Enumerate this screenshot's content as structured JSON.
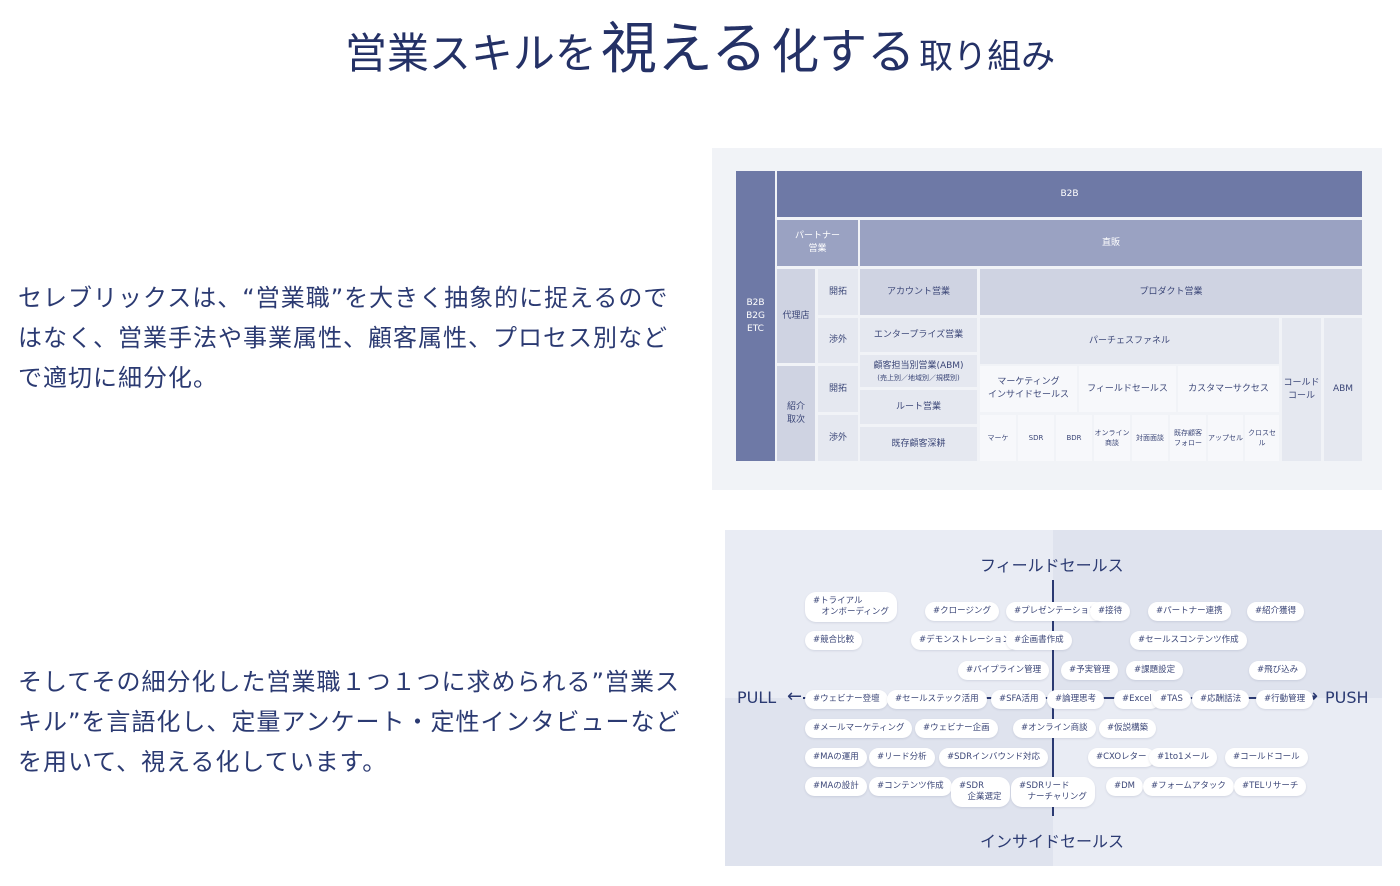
{
  "title": {
    "p1": "営業スキルを",
    "p2": "視える",
    "p3": "化する",
    "p4": "取り組み"
  },
  "description1": "セレブリックスは、“営業職”を大きく抽象的に捉えるのではなく、営業手法や事業属性、顧客属性、プロセス別などで適切に細分化。",
  "description2": "そしてその細分化した営業職１つ１つに求められる”営業スキル”を言語化し、定量アンケート・定性インタビューなどを用いて、視える化しています。",
  "segments": {
    "b2b_etc": "B2B\nB2G\nETC",
    "b2b": "B2B",
    "partner": "パートナー\n営業",
    "direct": "直販",
    "agency": "代理店",
    "referral": "紹介\n取次",
    "kaitaku": "開拓",
    "shogai": "渉外",
    "kaitaku2": "開拓",
    "shogai2": "渉外",
    "account": "アカウント営業",
    "product": "プロダクト営業",
    "enterprise": "エンタープライズ営業",
    "purchase_funnel": "パーチェスファネル",
    "abm_rep": "顧客担当別営業(ABM)",
    "abm_rep_sub": "(売上別／地域別／規模別)",
    "route": "ルート営業",
    "existing": "既存顧客深耕",
    "marketing_inside": "マーケティング\nインサイドセールス",
    "field_sales": "フィールドセールス",
    "customer_success": "カスタマーサクセス",
    "cold_call": "コールド\nコール",
    "abm": "ABM",
    "sub": [
      "マーケ",
      "SDR",
      "BDR",
      "オンライン\n商談",
      "対面面談",
      "既存顧客\nフォロー",
      "アップセル",
      "クロスセル"
    ]
  },
  "skill_map": {
    "top": "フィールドセールス",
    "bottom": "インサイドセールス",
    "left": "PULL",
    "right": "PUSH",
    "tags": [
      "#トライアル\n　オンボーディング",
      "#クロージング",
      "#プレゼンテーション",
      "#接待",
      "#パートナー連携",
      "#紹介獲得",
      "#競合比較",
      "#デモンストレーション",
      "#企画書作成",
      "#セールスコンテンツ作成",
      "#パイプライン管理",
      "#予実管理",
      "#課題設定",
      "#飛び込み",
      "#ウェビナー登壇",
      "#セールステック活用",
      "#SFA活用",
      "#論理思考",
      "#Excel",
      "#TAS",
      "#応酬話法",
      "#行動管理",
      "#メールマーケティング",
      "#ウェビナー企画",
      "#オンライン商談",
      "#仮説構築",
      "#MAの運用",
      "#リード分析",
      "#SDRインバウンド対応",
      "#CXOレター",
      "#1to1メール",
      "#コールドコール",
      "#MAの設計",
      "#コンテンツ作成",
      "#SDR\n　企業選定",
      "#SDRリード\n　ナーチャリング",
      "#DM",
      "#フォームアタック",
      "#TELリサーチ"
    ]
  }
}
